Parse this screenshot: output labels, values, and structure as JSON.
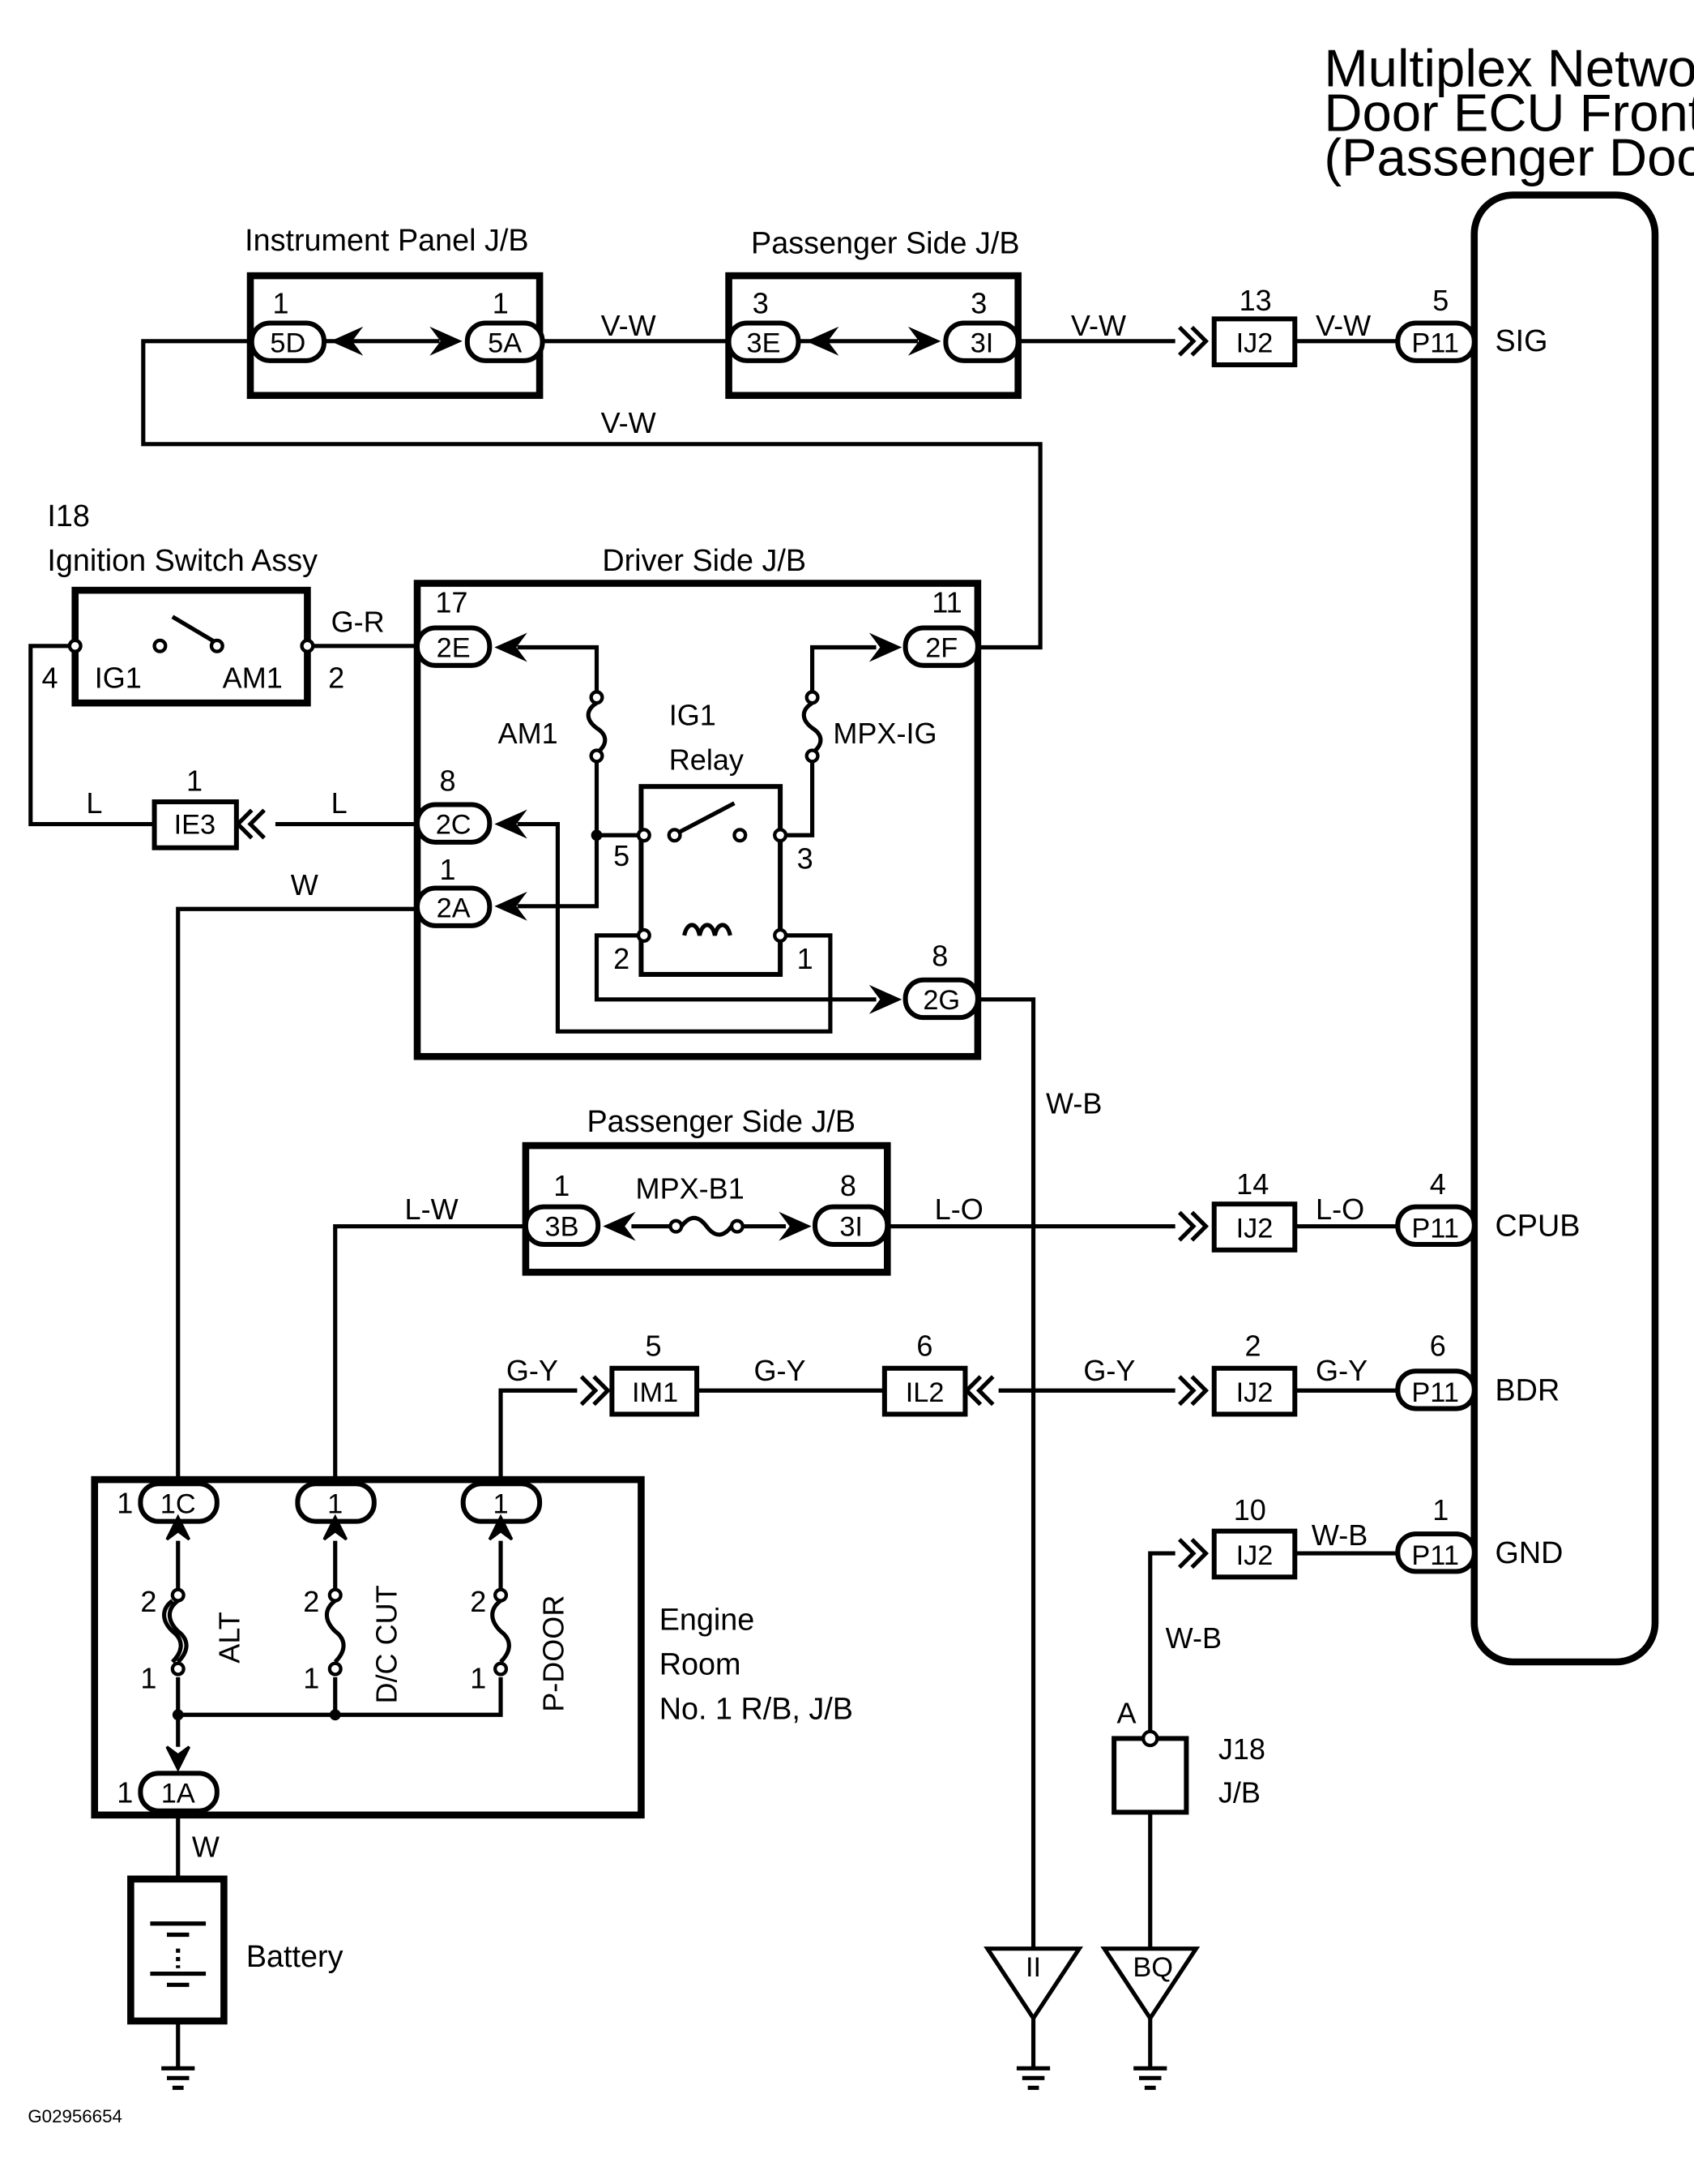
{
  "diagram": {
    "figure_id": "G02956654",
    "components": {
      "ecu": {
        "name_lines": [
          "Multiplex Network",
          "Door ECU Front RH",
          "(Passenger Door ECU)"
        ],
        "pins": {
          "sig": "SIG",
          "cpub": "CPUB",
          "bdr": "BDR",
          "gnd": "GND"
        }
      },
      "instrument_panel_jb": {
        "name": "Instrument Panel J/B"
      },
      "passenger_side_jb_top": {
        "name": "Passenger Side J/B"
      },
      "passenger_side_jb_mid": {
        "name": "Passenger Side J/B",
        "fuse": "MPX-B1"
      },
      "driver_side_jb": {
        "name": "Driver Side J/B",
        "fuse_am1": "AM1",
        "fuse_mpxig": "MPX-IG",
        "relay_lines": [
          "IG1",
          "Relay"
        ]
      },
      "ignition_switch": {
        "id": "I18",
        "name": "Ignition Switch Assy",
        "term_ig1": "IG1",
        "term_am1": "AM1"
      },
      "engine_room_jb": {
        "name_lines": [
          "Engine",
          "Room",
          "No. 1 R/B, J/B"
        ],
        "fuse_alt": "ALT",
        "fuse_dc": "D/C CUT",
        "fuse_pdoor": "P-DOOR"
      },
      "battery": {
        "name": "Battery"
      },
      "j18": {
        "id": "J18",
        "name": "J/B",
        "terminal": "A"
      },
      "ground_ii": {
        "name": "II"
      },
      "ground_bq": {
        "name": "BQ"
      }
    },
    "connectors": {
      "c5d": "5D",
      "c5a": "5A",
      "c3e": "3E",
      "c3i_top": "3I",
      "ij2": "IJ2",
      "p11": "P11",
      "c2e": "2E",
      "c2f": "2F",
      "c2c": "2C",
      "c2a": "2A",
      "c2g": "2G",
      "ie3": "IE3",
      "c3b": "3B",
      "c3i_mid": "3I",
      "im1": "IM1",
      "il2": "IL2",
      "c1c": "1C",
      "c1": "1",
      "c1a": "1A"
    },
    "wires": {
      "vw": "V-W",
      "gr": "G-R",
      "l": "L",
      "w": "W",
      "wb": "W-B",
      "lw": "L-W",
      "lo": "L-O",
      "gy": "G-Y"
    },
    "pins": {
      "one": "1",
      "two": "2",
      "three": "3",
      "four": "4",
      "five": "5",
      "six": "6",
      "eight": "8",
      "ten": "10",
      "eleven": "11",
      "thirteen": "13",
      "fourteen": "14",
      "seventeen": "17"
    },
    "colors": {
      "line": "#000000",
      "background": "#ffffff"
    }
  }
}
